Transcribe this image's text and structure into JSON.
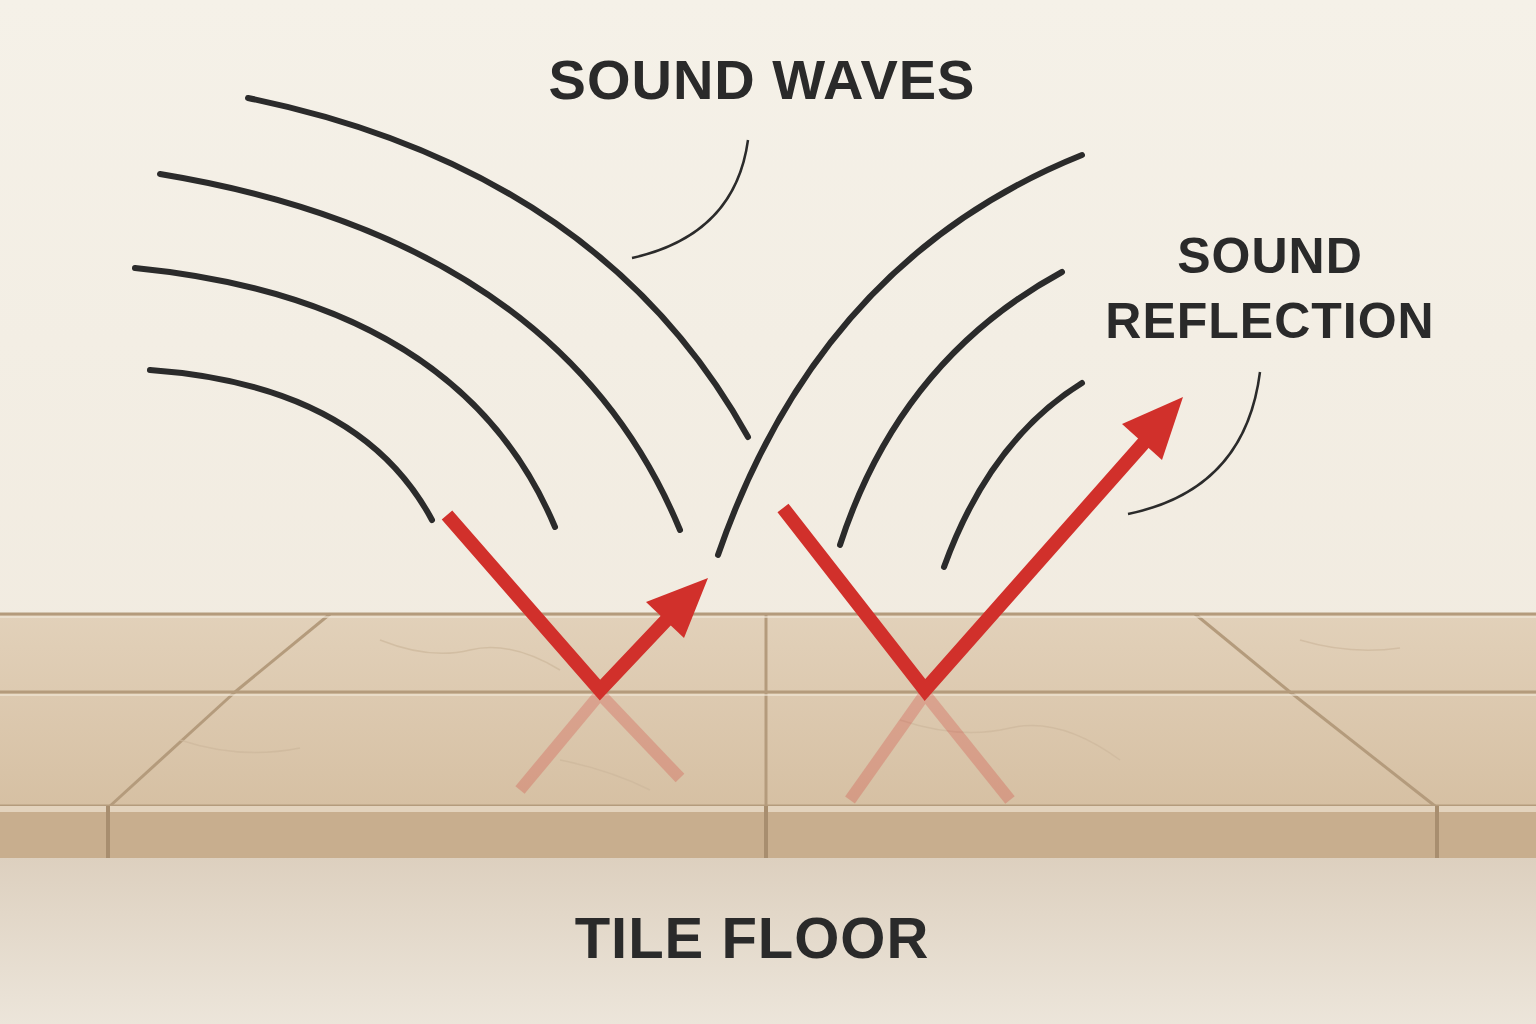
{
  "diagram": {
    "labels": [
      "SOUND WAVES",
      "SOUND REFLECTION",
      "TILE FLOOR"
    ]
  }
}
